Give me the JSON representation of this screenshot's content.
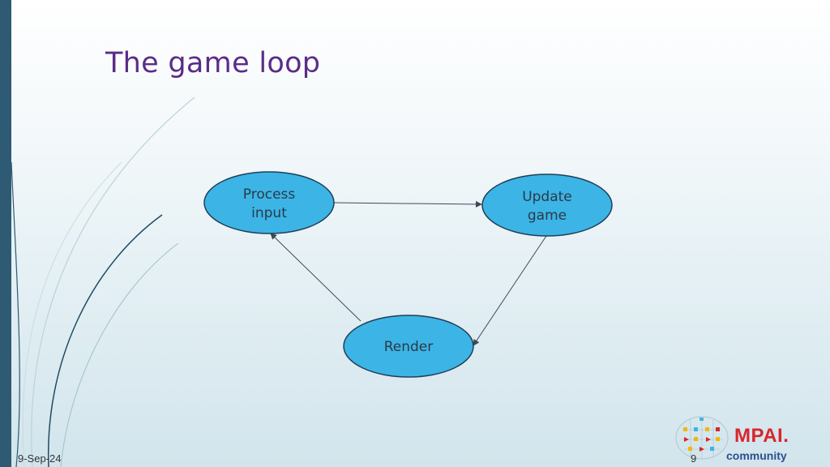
{
  "slide": {
    "title": "The game loop",
    "date": "9-Sep-24",
    "page_number": "9"
  },
  "diagram": {
    "nodes": [
      {
        "id": "process-input",
        "lines": [
          "Process",
          "input"
        ]
      },
      {
        "id": "update-game",
        "lines": [
          "Update",
          "game"
        ]
      },
      {
        "id": "render",
        "lines": [
          "Render"
        ]
      }
    ],
    "edges": [
      {
        "from": "process-input",
        "to": "update-game"
      },
      {
        "from": "update-game",
        "to": "render"
      },
      {
        "from": "render",
        "to": "process-input"
      }
    ],
    "node_fill": "#3cb4e6",
    "node_stroke": "#1f3f57"
  },
  "logo": {
    "name": "MPAI.",
    "sub": "community",
    "brand_red": "#d8262e",
    "brand_blue": "#2c4f8f"
  },
  "colors": {
    "title": "#5b2c86",
    "left_bar": "#2e5a73"
  }
}
